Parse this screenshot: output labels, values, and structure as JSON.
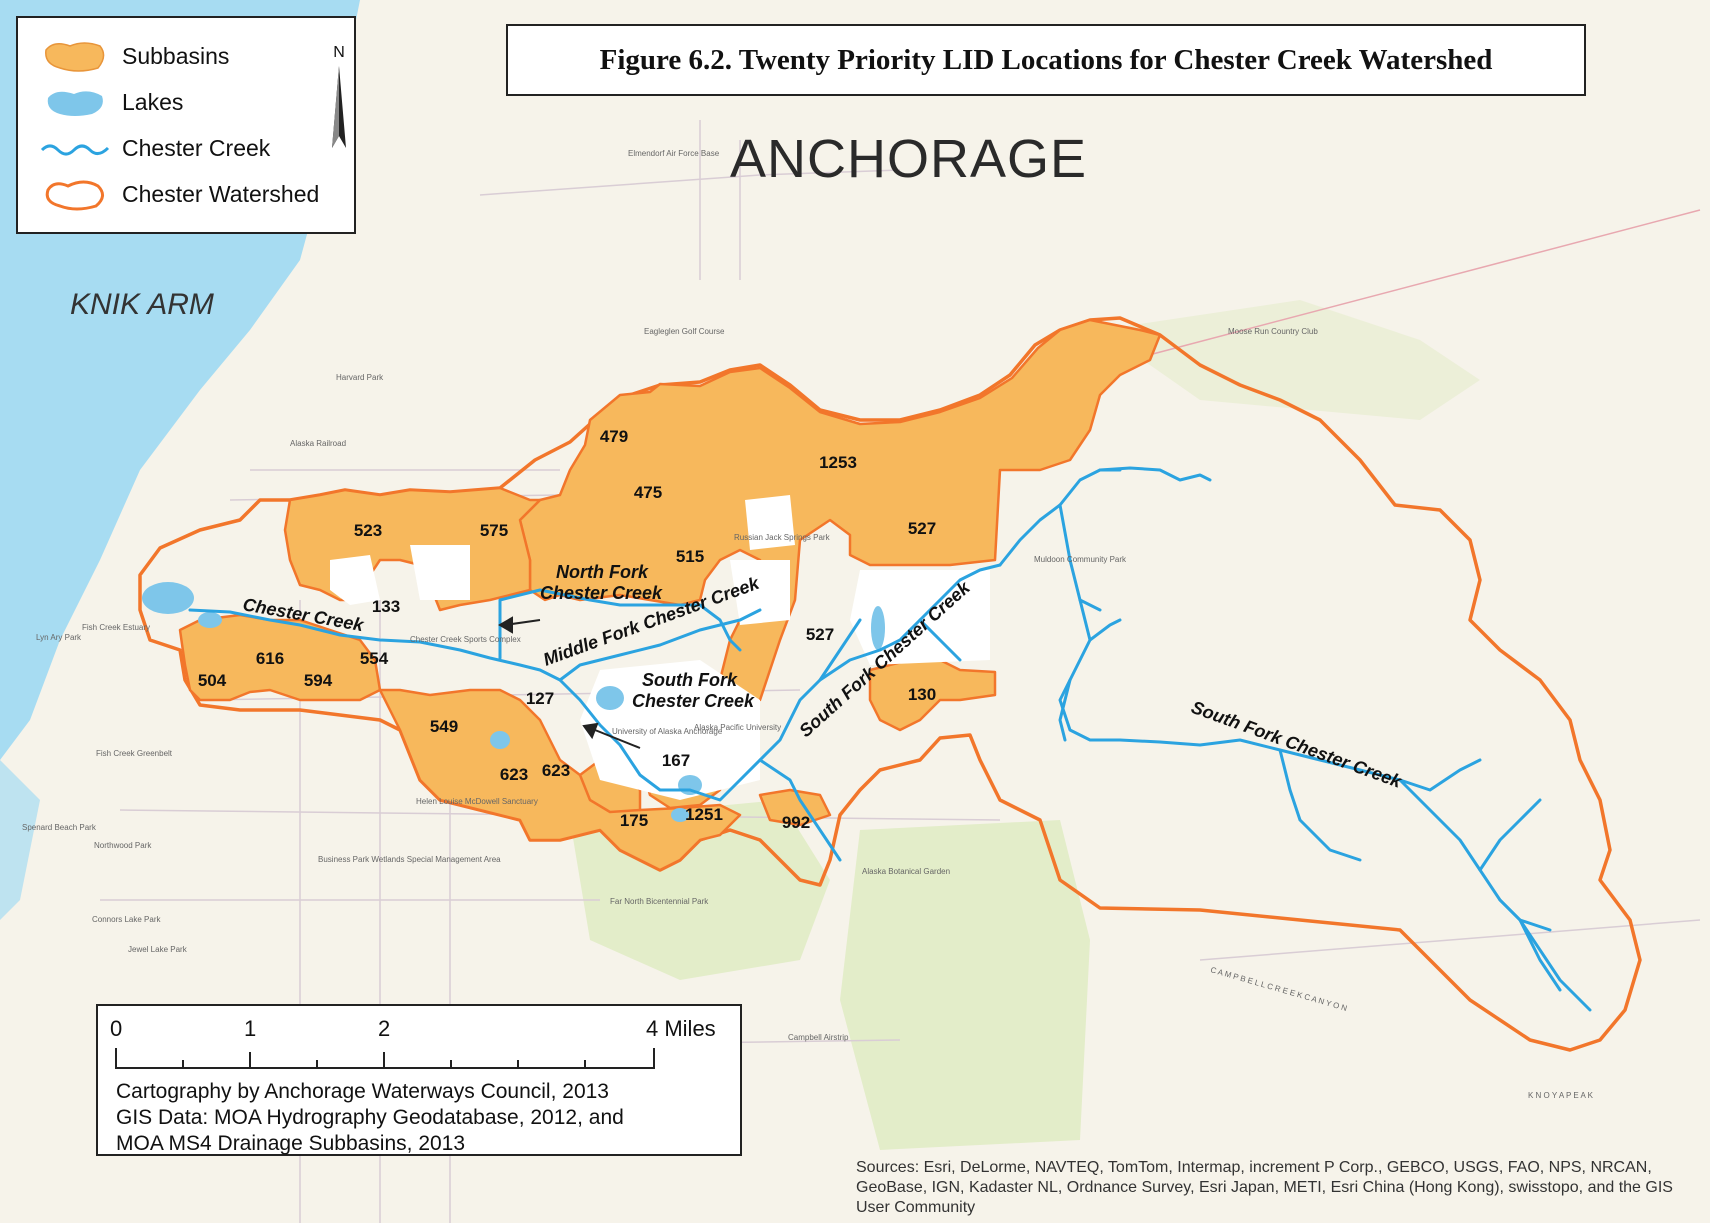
{
  "title": "Figure 6.2.  Twenty Priority LID Locations for Chester Creek Watershed",
  "city_label": "ANCHORAGE",
  "water_label": "KNIK ARM",
  "legend": {
    "items": [
      {
        "label": "Subbasins",
        "icon": "subbasin-swatch",
        "color": "#f7b85c"
      },
      {
        "label": "Lakes",
        "icon": "lake-swatch",
        "color": "#7ec6ea"
      },
      {
        "label": "Chester Creek",
        "icon": "creek-line",
        "color": "#2ba3e0"
      },
      {
        "label": "Chester Watershed",
        "icon": "watershed-outline",
        "color": "#f2762b"
      }
    ],
    "north_letter": "N"
  },
  "subbasins": [
    "479",
    "475",
    "1253",
    "575",
    "523",
    "515",
    "527",
    "133",
    "527",
    "616",
    "554",
    "504",
    "594",
    "127",
    "549",
    "130",
    "167",
    "623",
    "623",
    "175",
    "1251",
    "992"
  ],
  "creek_labels": [
    "Chester Creek",
    "North Fork",
    "Chester Creek",
    "Middle Fork Chester Creek",
    "South Fork",
    "Chester Creek",
    "South Fork Chester Creek",
    "South Fork Chester Creek"
  ],
  "places": [
    "Elmendorf Air Force Base",
    "Eagleglen Golf Course",
    "Moose Run Country Club",
    "Harvard Park",
    "Alaska Railroad",
    "Russian Jack Springs Park",
    "Muldoon Community Park",
    "Fish Creek Estuary",
    "Lyn Ary Park",
    "Fish Creek Greenbelt",
    "Spenard Beach Park",
    "Northwood Park",
    "Connors Lake Park",
    "Jewel Lake Park",
    "Far North Bicentennial Park",
    "Campbell Airstrip",
    "Alaska Botanical Garden",
    "Helen Louise McDowell Sanctuary",
    "Business Park Wetlands Special Management Area",
    "University of Alaska Anchorage",
    "Alaska Pacific University",
    "C A M P B E L L   C R E E K   C A N Y O N",
    "K N O Y A   P E A K",
    "Chester Creek Sports Complex"
  ],
  "scale_bar": {
    "ticks": [
      "0",
      "1",
      "2",
      "4 Miles"
    ],
    "credits": [
      "Cartography by Anchorage Waterways Council, 2013",
      "GIS Data:  MOA Hydrography Geodatabase, 2012, and",
      "MOA MS4 Drainage Subbasins, 2013"
    ]
  },
  "sources": "Sources: Esri, DeLorme, NAVTEQ, TomTom, Intermap, increment P Corp., GEBCO, USGS, FAO, NPS, NRCAN, GeoBase, IGN, Kadaster NL, Ordnance Survey, Esri Japan, METI, Esri China (Hong Kong), swisstopo, and the GIS User Community",
  "colors": {
    "water": "#a7dcf2",
    "subbasin_fill": "#f7b85c",
    "watershed_outline": "#f2762b",
    "creek": "#2ba3e0",
    "park_green": "#e3edc9",
    "land": "#f6f3ea"
  }
}
